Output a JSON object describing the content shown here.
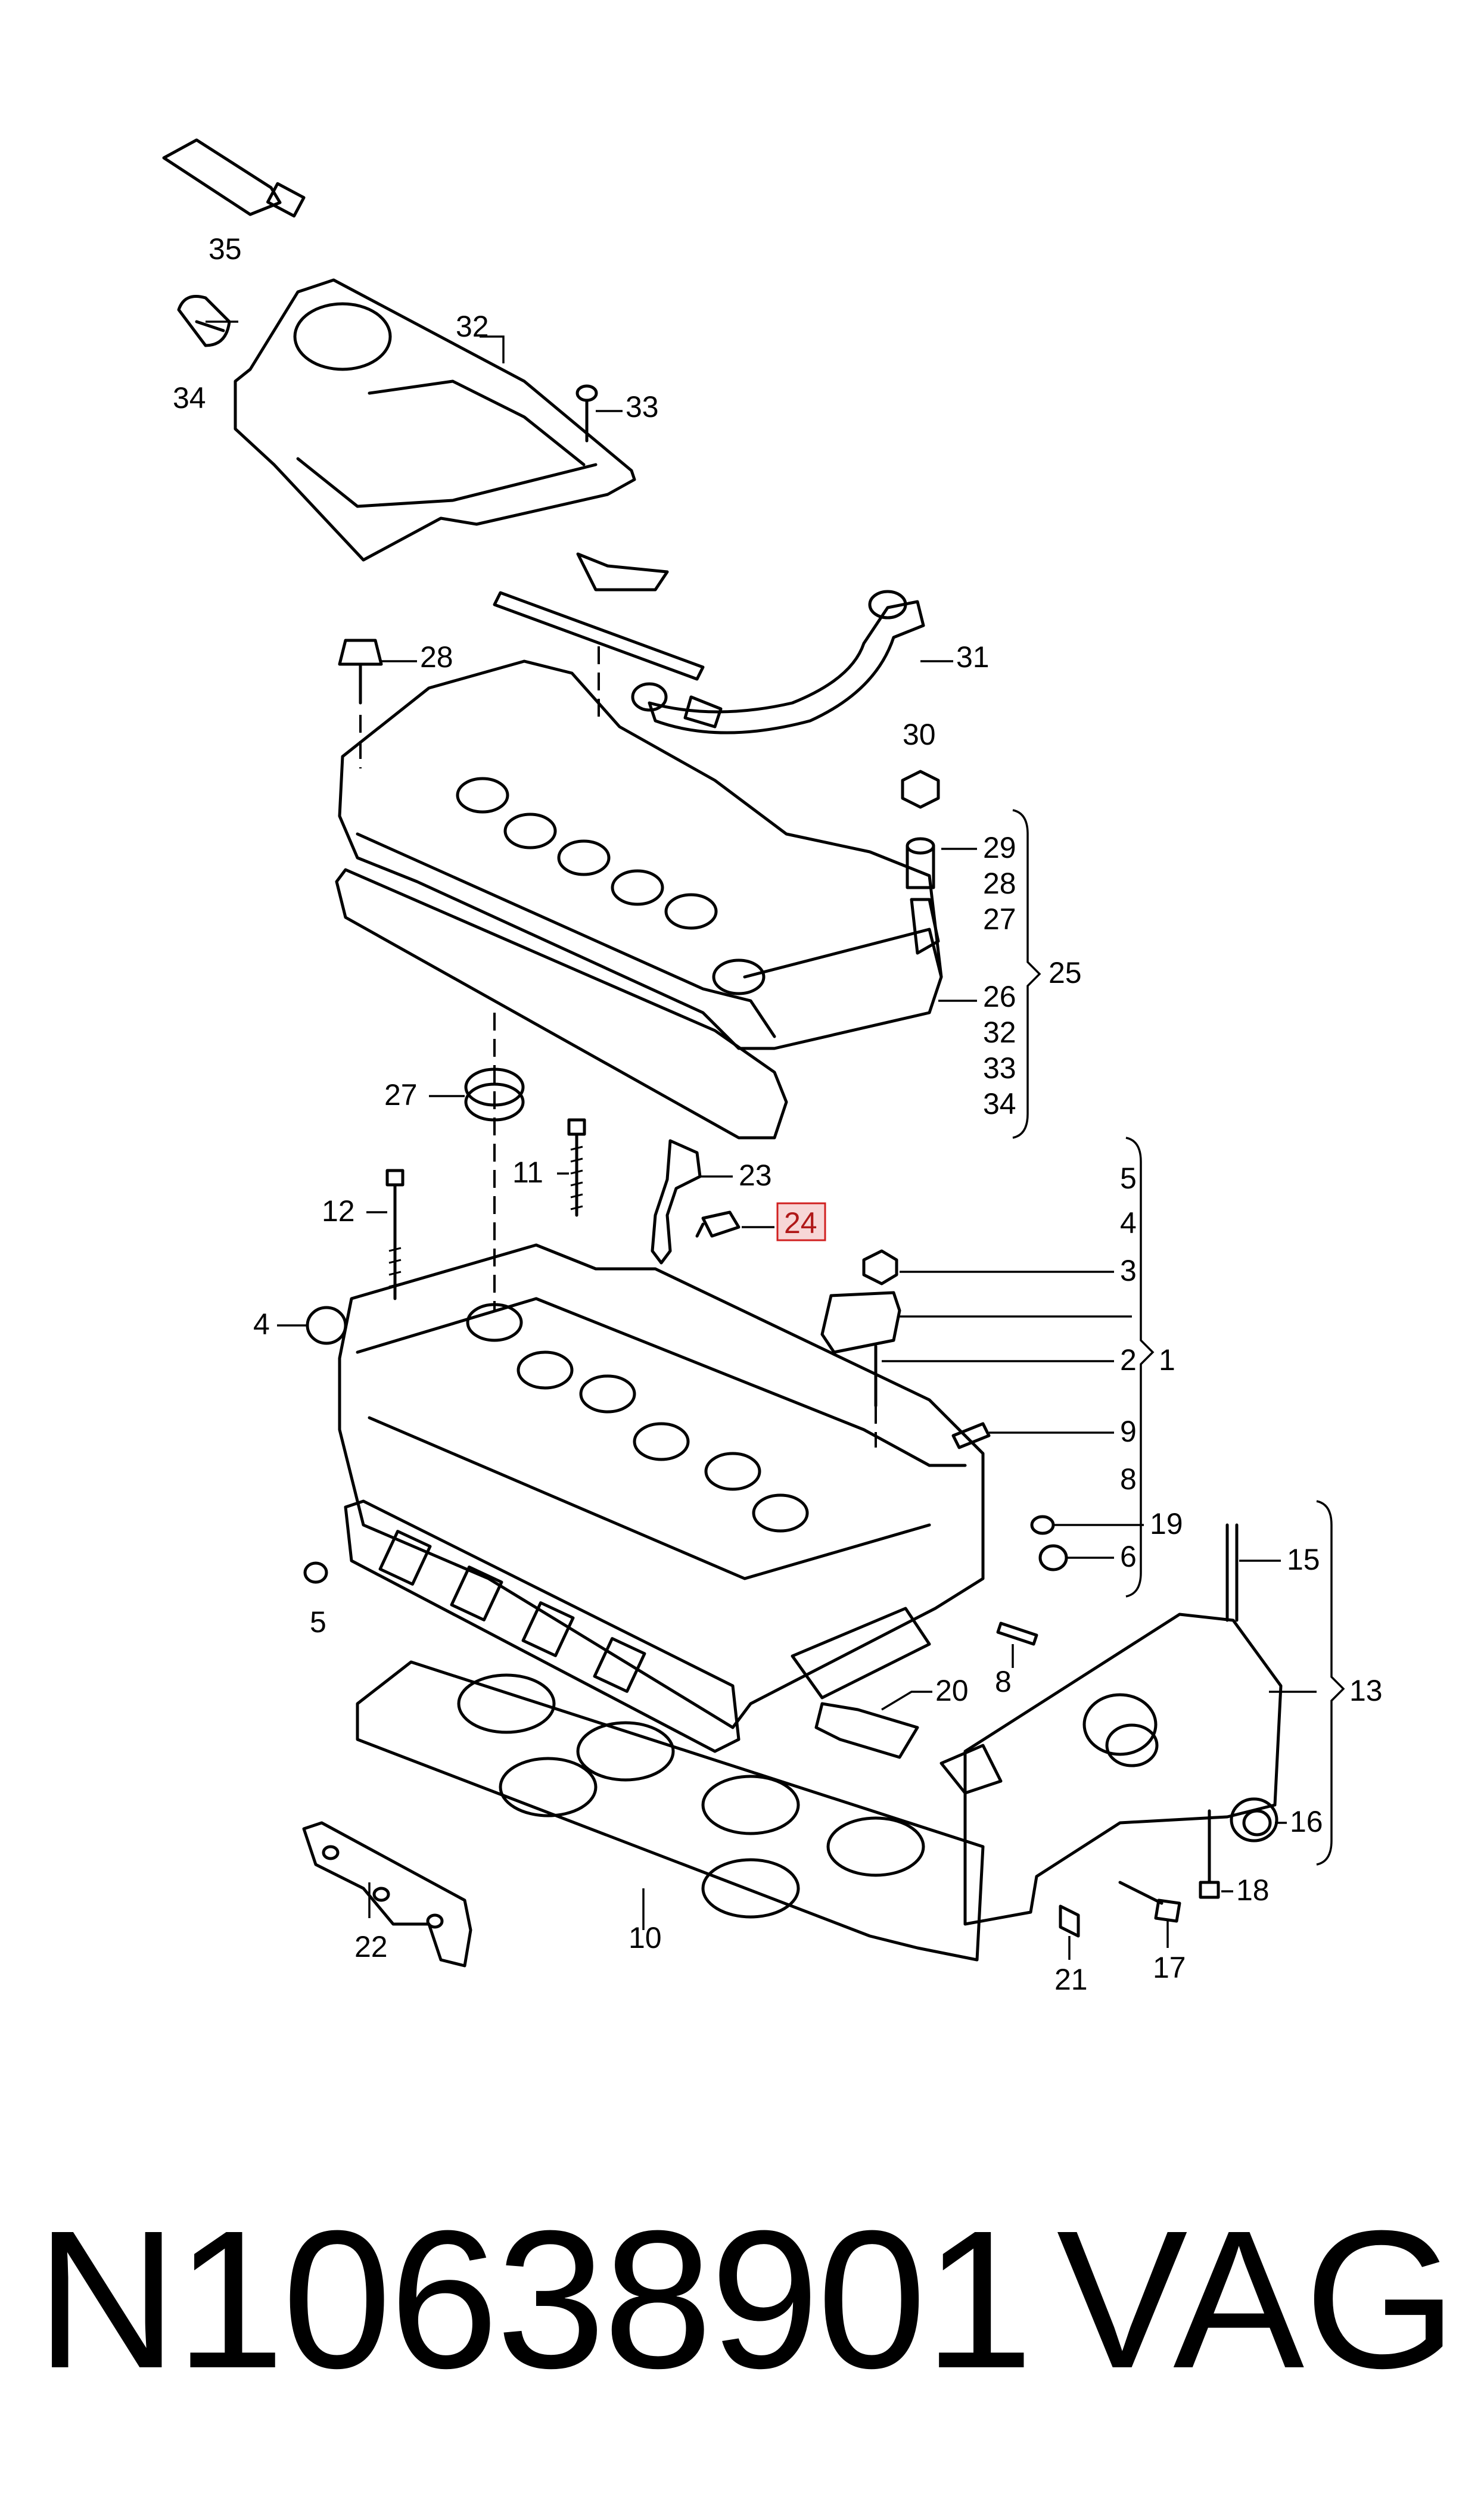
{
  "callouts": [
    {
      "id": "35",
      "label": "35"
    },
    {
      "id": "32",
      "label": "32"
    },
    {
      "id": "34",
      "label": "34"
    },
    {
      "id": "33",
      "label": "33"
    },
    {
      "id": "31",
      "label": "31"
    },
    {
      "id": "28",
      "label": "28"
    },
    {
      "id": "30",
      "label": "30"
    },
    {
      "id": "29",
      "label": "29"
    },
    {
      "id": "28b",
      "label": "28"
    },
    {
      "id": "27b",
      "label": "27"
    },
    {
      "id": "26",
      "label": "26"
    },
    {
      "id": "32b",
      "label": "32"
    },
    {
      "id": "33b",
      "label": "33"
    },
    {
      "id": "34b",
      "label": "34"
    },
    {
      "id": "25",
      "label": "25"
    },
    {
      "id": "27",
      "label": "27"
    },
    {
      "id": "11",
      "label": "11"
    },
    {
      "id": "23",
      "label": "23"
    },
    {
      "id": "24",
      "label": "24",
      "highlighted": true
    },
    {
      "id": "12",
      "label": "12"
    },
    {
      "id": "5r",
      "label": "5"
    },
    {
      "id": "4r",
      "label": "4"
    },
    {
      "id": "3",
      "label": "3"
    },
    {
      "id": "4",
      "label": "4"
    },
    {
      "id": "2",
      "label": "2"
    },
    {
      "id": "1",
      "label": "1"
    },
    {
      "id": "9",
      "label": "9"
    },
    {
      "id": "8r",
      "label": "8"
    },
    {
      "id": "19",
      "label": "19"
    },
    {
      "id": "6",
      "label": "6"
    },
    {
      "id": "15",
      "label": "15"
    },
    {
      "id": "13",
      "label": "13"
    },
    {
      "id": "5",
      "label": "5"
    },
    {
      "id": "8",
      "label": "8"
    },
    {
      "id": "20",
      "label": "20"
    },
    {
      "id": "16",
      "label": "16"
    },
    {
      "id": "18",
      "label": "18"
    },
    {
      "id": "22",
      "label": "22"
    },
    {
      "id": "10",
      "label": "10"
    },
    {
      "id": "21",
      "label": "21"
    },
    {
      "id": "17",
      "label": "17"
    }
  ],
  "colors": {
    "line": "#000000",
    "highlight_fill": "#f7d6d6",
    "highlight_stroke": "#d02020"
  },
  "footer": {
    "part_number": "N10638901",
    "brand": "VAG"
  }
}
